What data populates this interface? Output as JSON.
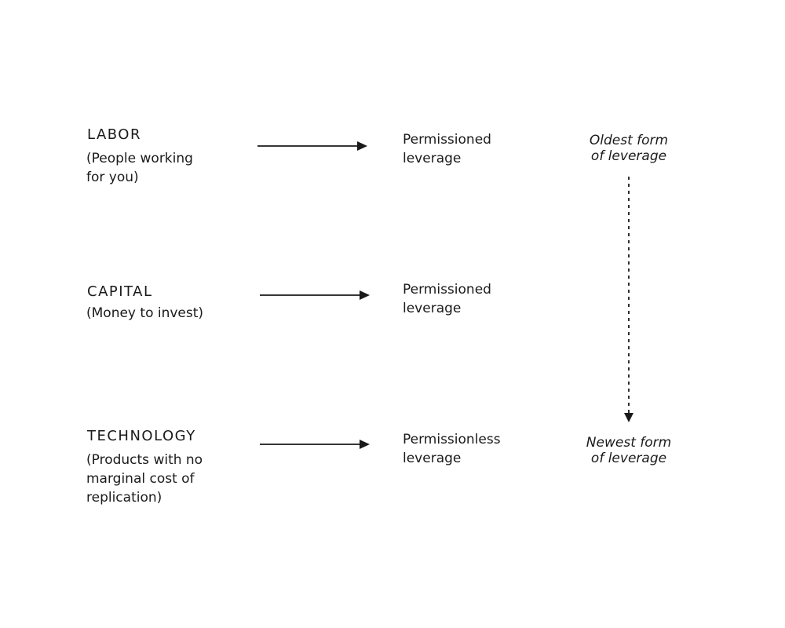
{
  "rows": [
    {
      "title": "LABOR",
      "description": "(People working\nfor you)",
      "result": "Permissioned\nleverage"
    },
    {
      "title": "CAPITAL",
      "description": "(Money to invest)",
      "result": "Permissioned\nleverage"
    },
    {
      "title": "TECHNOLOGY",
      "description": "(Products with no\nmarginal cost of\nreplication)",
      "result": "Permissionless\nleverage"
    }
  ],
  "timeline": {
    "top_label": "Oldest form\nof leverage",
    "bottom_label": "Newest form\nof leverage"
  },
  "colors": {
    "text": "#1a1a1a",
    "lines": "#1a1a1a",
    "background": "#ffffff"
  }
}
